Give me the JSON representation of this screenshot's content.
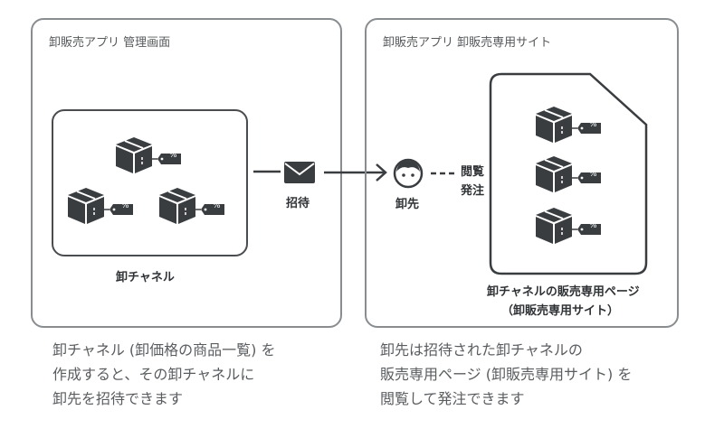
{
  "left_panel": {
    "title": "卸販売アプリ 管理画面",
    "channel_label": "卸チャネル",
    "tag_text": "%"
  },
  "flow": {
    "invite_label": "招待",
    "customer_label": "卸先",
    "order_label_line1": "閲覧",
    "order_label_line2": "発注"
  },
  "right_panel": {
    "title": "卸販売アプリ 卸販売専用サイト",
    "page_label_line1": "卸チャネルの販売専用ページ",
    "page_label_line2": "（卸販売専用サイト）",
    "tag_text": "%"
  },
  "captions": {
    "left": [
      "卸チャネル (卸価格の商品一覧) を",
      "作成すると、その卸チャネルに",
      "卸先を招待できます"
    ],
    "right": [
      "卸先は招待された卸チャネルの",
      "販売専用ページ (卸販売専用サイト) を",
      "閲覧して発注できます"
    ]
  }
}
